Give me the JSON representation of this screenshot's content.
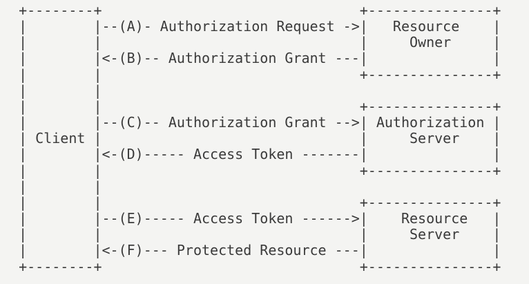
{
  "colors": {
    "background": "#f4f4f2",
    "text": "#3a3a3a"
  },
  "diagram": {
    "kind": "ascii-flow-diagram",
    "entities": [
      {
        "name": "Client"
      },
      {
        "name": "Resource Owner"
      },
      {
        "name": "Authorization Server"
      },
      {
        "name": "Resource Server"
      }
    ],
    "flows": [
      {
        "step": "A",
        "direction": "right",
        "label": "Authorization Request",
        "from": "Client",
        "to": "Resource Owner"
      },
      {
        "step": "B",
        "direction": "left",
        "label": "Authorization Grant",
        "from": "Resource Owner",
        "to": "Client"
      },
      {
        "step": "C",
        "direction": "right",
        "label": "Authorization Grant",
        "from": "Client",
        "to": "Authorization Server"
      },
      {
        "step": "D",
        "direction": "left",
        "label": "Access Token",
        "from": "Authorization Server",
        "to": "Client"
      },
      {
        "step": "E",
        "direction": "right",
        "label": "Access Token",
        "from": "Client",
        "to": "Resource Server"
      },
      {
        "step": "F",
        "direction": "left",
        "label": "Protected Resource",
        "from": "Resource Server",
        "to": "Client"
      }
    ],
    "lines": [
      "  +--------+                               +---------------+",
      "  |        |--(A)- Authorization Request ->|   Resource    |",
      "  |        |                               |     Owner     |",
      "  |        |<-(B)-- Authorization Grant ---|               |",
      "  |        |                               +---------------+",
      "  |        |",
      "  |        |                               +---------------+",
      "  |        |--(C)-- Authorization Grant -->| Authorization |",
      "  | Client |                               |     Server    |",
      "  |        |<-(D)----- Access Token -------|               |",
      "  |        |                               +---------------+",
      "  |        |",
      "  |        |                               +---------------+",
      "  |        |--(E)----- Access Token ------>|    Resource   |",
      "  |        |                               |     Server    |",
      "  |        |<-(F)--- Protected Resource ---|               |",
      "  +--------+                               +---------------+"
    ]
  }
}
